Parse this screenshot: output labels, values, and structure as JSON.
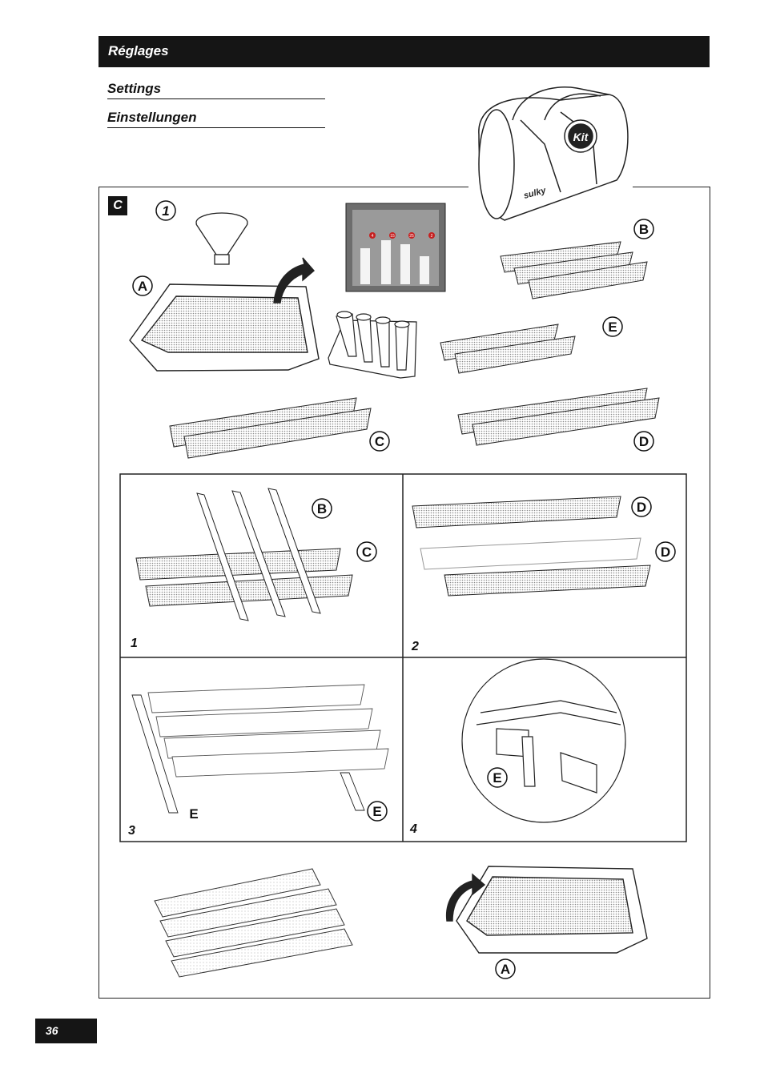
{
  "header": {
    "title": "Réglages"
  },
  "subtitles": {
    "settings": "Settings",
    "einstellungen": "Einstellungen"
  },
  "section_badge": "C",
  "page_number": "36",
  "callouts": {
    "one": "1",
    "a": "A",
    "b": "B",
    "c": "C",
    "d": "D",
    "e": "E",
    "e_plain": "E"
  },
  "bag_labels": {
    "kit": "Kit",
    "brand": "sulky"
  },
  "test_box_marks": [
    "4",
    "15",
    "25",
    "2"
  ],
  "steps": [
    "1",
    "2",
    "3",
    "4"
  ]
}
